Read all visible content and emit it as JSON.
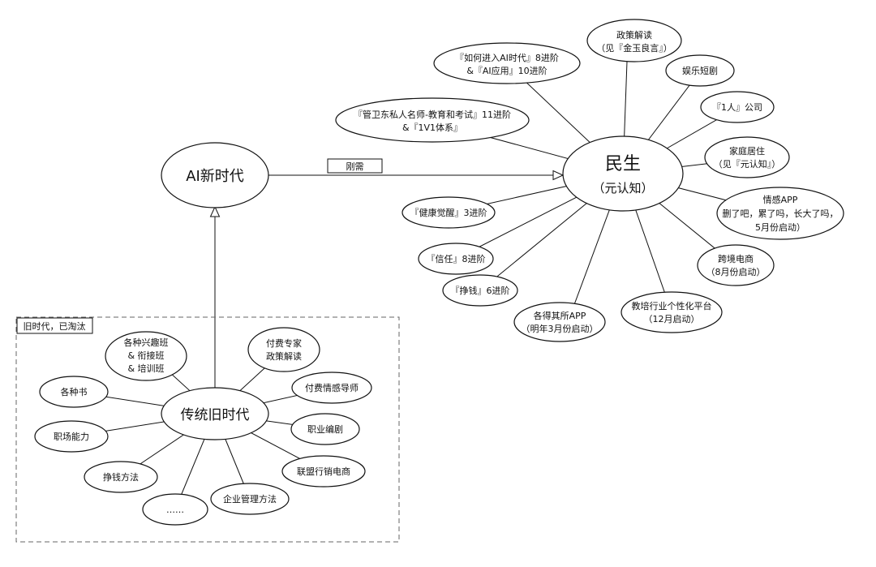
{
  "ai_era": "AI新时代",
  "minsheng": {
    "line1": "民生",
    "line2": "（元认知）"
  },
  "rigid_demand": "刚需",
  "minsheng_items": {
    "policy": [
      "政策解读",
      "（见『金玉良言』）"
    ],
    "ai_era_entry": [
      "『如何进入AI时代』8进阶",
      "&『AI应用』10进阶"
    ],
    "entertainment": [
      "娱乐短剧"
    ],
    "one_person": [
      "『1人』公司"
    ],
    "private_teacher": [
      "『管卫东私人名师-教育和考试』11进阶",
      "&『1V1体系』"
    ],
    "home": [
      "家庭居住",
      "（见『元认知』）"
    ],
    "emotion_app": [
      "情感APP",
      "删了吧，累了吗，长大了吗，",
      "5月份启动）"
    ],
    "health": [
      "『健康觉醒』3进阶"
    ],
    "trust": [
      "『信任』8进阶"
    ],
    "earn": [
      "『挣钱』6进阶"
    ],
    "crossborder": [
      "跨境电商",
      "（8月份启动）"
    ],
    "geshi_app": [
      "各得其所APP",
      "（明年3月份启动）"
    ],
    "training_platform": [
      "教培行业个性化平台",
      "（12月启动）"
    ]
  },
  "old_era_title": "旧时代，已淘汰",
  "traditional_era": "传统旧时代",
  "old_items": {
    "interest_classes": [
      "各种兴趣班",
      "& 衔接班",
      "& 培训班"
    ],
    "paid_expert": [
      "付费专家",
      "政策解读"
    ],
    "books": [
      "各种书"
    ],
    "emotion_mentor": [
      "付费情感导师"
    ],
    "career": [
      "职场能力"
    ],
    "screenwriter": [
      "职业编剧"
    ],
    "earn_methods": [
      "挣钱方法"
    ],
    "alliance_ecommerce": [
      "联盟行销电商"
    ],
    "ellipsis": [
      "……"
    ],
    "management": [
      "企业管理方法"
    ]
  }
}
